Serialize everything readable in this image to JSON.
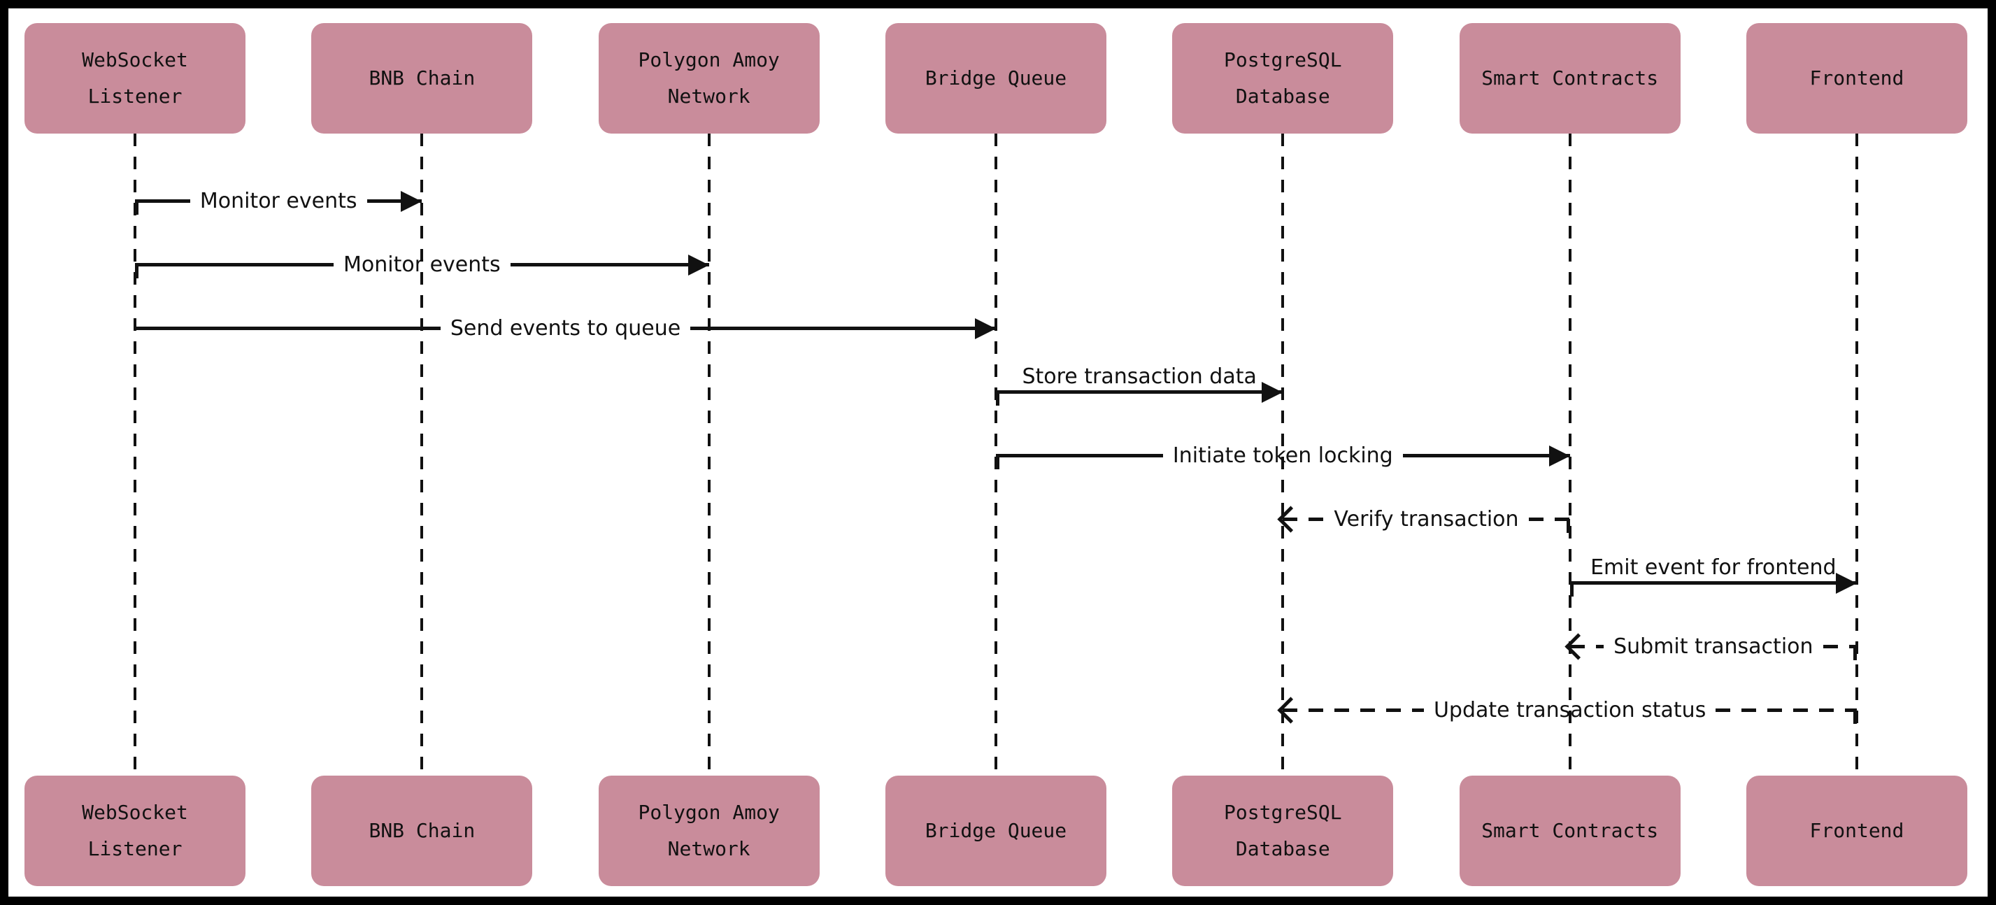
{
  "diagram": {
    "title": "Cross-chain bridge sequence diagram",
    "colors": {
      "background": "#ffffff",
      "frame": "#000000",
      "actor_fill": "#c98c9b",
      "actor_text": "#111111",
      "line": "#111111",
      "message_text": "#111111"
    },
    "participants": [
      {
        "id": "websocket-listener",
        "label": "WebSocket\nListener"
      },
      {
        "id": "bnb-chain",
        "label": "BNB Chain"
      },
      {
        "id": "polygon-amoy",
        "label": "Polygon Amoy\nNetwork"
      },
      {
        "id": "bridge-queue",
        "label": "Bridge Queue"
      },
      {
        "id": "postgresql",
        "label": "PostgreSQL\nDatabase"
      },
      {
        "id": "smart-contracts",
        "label": "Smart Contracts"
      },
      {
        "id": "frontend",
        "label": "Frontend"
      }
    ],
    "messages": [
      {
        "from": "websocket-listener",
        "to": "bnb-chain",
        "label": "Monitor events",
        "line": "solid",
        "arrow": "filled",
        "label_above": false,
        "source_tick": true
      },
      {
        "from": "websocket-listener",
        "to": "polygon-amoy",
        "label": "Monitor events",
        "line": "solid",
        "arrow": "filled",
        "label_above": false,
        "source_tick": true
      },
      {
        "from": "websocket-listener",
        "to": "bridge-queue",
        "label": "Send events to queue",
        "line": "solid",
        "arrow": "filled",
        "label_above": false,
        "source_tick": false
      },
      {
        "from": "bridge-queue",
        "to": "postgresql",
        "label": "Store transaction data",
        "line": "solid",
        "arrow": "filled",
        "label_above": true,
        "source_tick": true
      },
      {
        "from": "bridge-queue",
        "to": "smart-contracts",
        "label": "Initiate token locking",
        "line": "solid",
        "arrow": "filled",
        "label_above": false,
        "source_tick": true
      },
      {
        "from": "smart-contracts",
        "to": "postgresql",
        "label": "Verify transaction",
        "line": "dashed",
        "arrow": "open",
        "label_above": false,
        "source_tick": true
      },
      {
        "from": "smart-contracts",
        "to": "frontend",
        "label": "Emit event for frontend",
        "line": "solid",
        "arrow": "filled",
        "label_above": true,
        "source_tick": true
      },
      {
        "from": "frontend",
        "to": "smart-contracts",
        "label": "Submit transaction",
        "line": "dashed",
        "arrow": "open",
        "label_above": false,
        "source_tick": true
      },
      {
        "from": "frontend",
        "to": "postgresql",
        "label": "Update transaction status",
        "line": "dashed",
        "arrow": "open",
        "label_above": false,
        "source_tick": true
      }
    ]
  }
}
